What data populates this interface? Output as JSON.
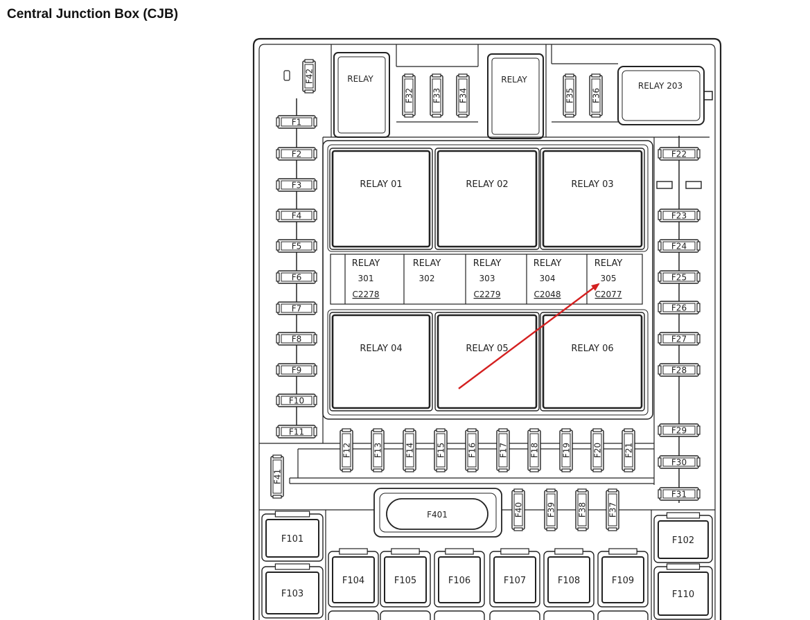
{
  "title": "Central Junction Box (CJB)",
  "colors": {
    "line": "#222222",
    "arrow": "#d42020",
    "background": "#ffffff"
  },
  "top_relays": {
    "left": "RELAY",
    "middle": "RELAY",
    "right": "RELAY 203"
  },
  "top_fuses": [
    "F42",
    "F32",
    "F33",
    "F34",
    "F35",
    "F36"
  ],
  "left_fuses": [
    "F1",
    "F2",
    "F3",
    "F4",
    "F5",
    "F6",
    "F7",
    "F8",
    "F9",
    "F10",
    "F11"
  ],
  "right_fuses": [
    "F22",
    "F23",
    "F24",
    "F25",
    "F26",
    "F27",
    "F28",
    "F29",
    "F30",
    "F31"
  ],
  "big_relays": [
    "RELAY 01",
    "RELAY 02",
    "RELAY 03",
    "RELAY 04",
    "RELAY 05",
    "RELAY 06"
  ],
  "mini_relays": [
    {
      "label": "RELAY",
      "number": "301",
      "connector": "C2278"
    },
    {
      "label": "RELAY",
      "number": "302",
      "connector": ""
    },
    {
      "label": "RELAY",
      "number": "303",
      "connector": "C2279"
    },
    {
      "label": "RELAY",
      "number": "304",
      "connector": "C2048"
    },
    {
      "label": "RELAY",
      "number": "305",
      "connector": "C2077"
    }
  ],
  "bottom_row_fuses": [
    "F12",
    "F13",
    "F14",
    "F15",
    "F16",
    "F17",
    "F18",
    "F19",
    "F20",
    "F21"
  ],
  "f41": "F41",
  "f401": "F401",
  "lower_vertical_fuses": [
    "F40",
    "F39",
    "F38",
    "F37"
  ],
  "maxi_fuses": {
    "f101": "F101",
    "f102": "F102",
    "f103": "F103",
    "f110": "F110",
    "row": [
      "F104",
      "F105",
      "F106",
      "F107",
      "F108",
      "F109"
    ]
  }
}
